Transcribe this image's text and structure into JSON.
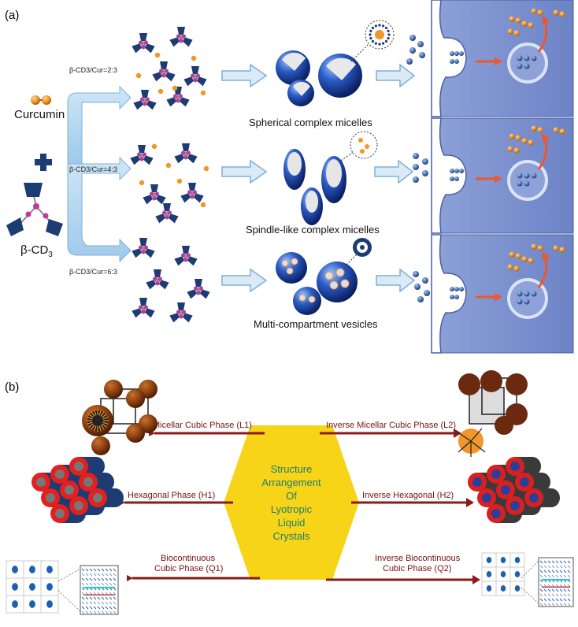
{
  "panel_a": {
    "label": "(a)",
    "curcumin_label": "Curcumin",
    "cd3_label": "β-CD",
    "cd3_subscript": "3",
    "ratios": [
      "β-CD3/Cur=2:3",
      "β-CD3/Cur=4:3",
      "β-CD3/Cur=6:3"
    ],
    "assemblies": [
      "Spherical complex micelles",
      "Spindle-like complex micelles",
      "Multi-compartment vesicles"
    ]
  },
  "panel_b": {
    "label": "(b)",
    "center_lines": [
      "Structure",
      "Arrangement",
      "Of",
      "Lyotropic",
      "Liquid",
      "Crystals"
    ],
    "phase_labels": {
      "l1": "Micellar Cubic Phase (L1)",
      "l2": "Inverse Micellar Cubic Phase (L2)",
      "h1": "Hexagonal Phase (H1)",
      "h2": "Inverse Hexagonal (H2)",
      "q1_line1": "Biocontinuous",
      "q1_line2": "Cubic Phase (Q1)",
      "q2_line1": "Inverse Biocontinuous",
      "q2_line2": "Cubic Phase (Q2)"
    }
  },
  "colors": {
    "arrow_dark_red": "#8b1a1a",
    "hexagon_fill": "#f7d417",
    "hexagon_text": "#1e7f6e",
    "cell_fill": "#6f86c8",
    "cell_border": "#4a5fa6",
    "light_blue_arrow": "#a9cdeb",
    "curcumin_orange": "#f0962a",
    "cd_navy": "#1d3c74",
    "linker_magenta": "#c0399a"
  }
}
